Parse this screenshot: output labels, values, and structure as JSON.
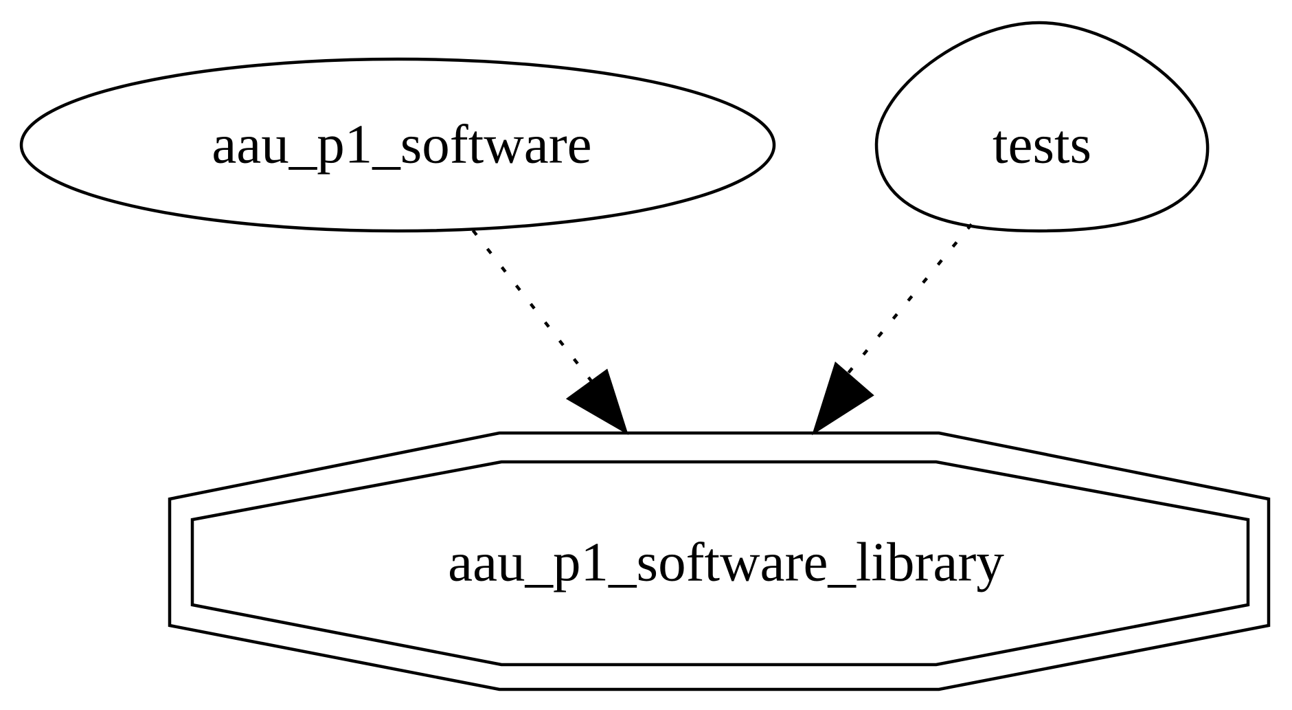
{
  "graph": {
    "nodes": [
      {
        "id": "aau_p1_software",
        "label": "aau_p1_software",
        "shape": "ellipse"
      },
      {
        "id": "tests",
        "label": "tests",
        "shape": "egg"
      },
      {
        "id": "aau_p1_software_library",
        "label": "aau_p1_software_library",
        "shape": "double-octagon"
      }
    ],
    "edges": [
      {
        "from": "aau_p1_software",
        "to": "aau_p1_software_library",
        "style": "dotted"
      },
      {
        "from": "tests",
        "to": "aau_p1_software_library",
        "style": "dotted"
      }
    ],
    "colors": {
      "stroke": "#000000",
      "background": "#ffffff"
    }
  }
}
